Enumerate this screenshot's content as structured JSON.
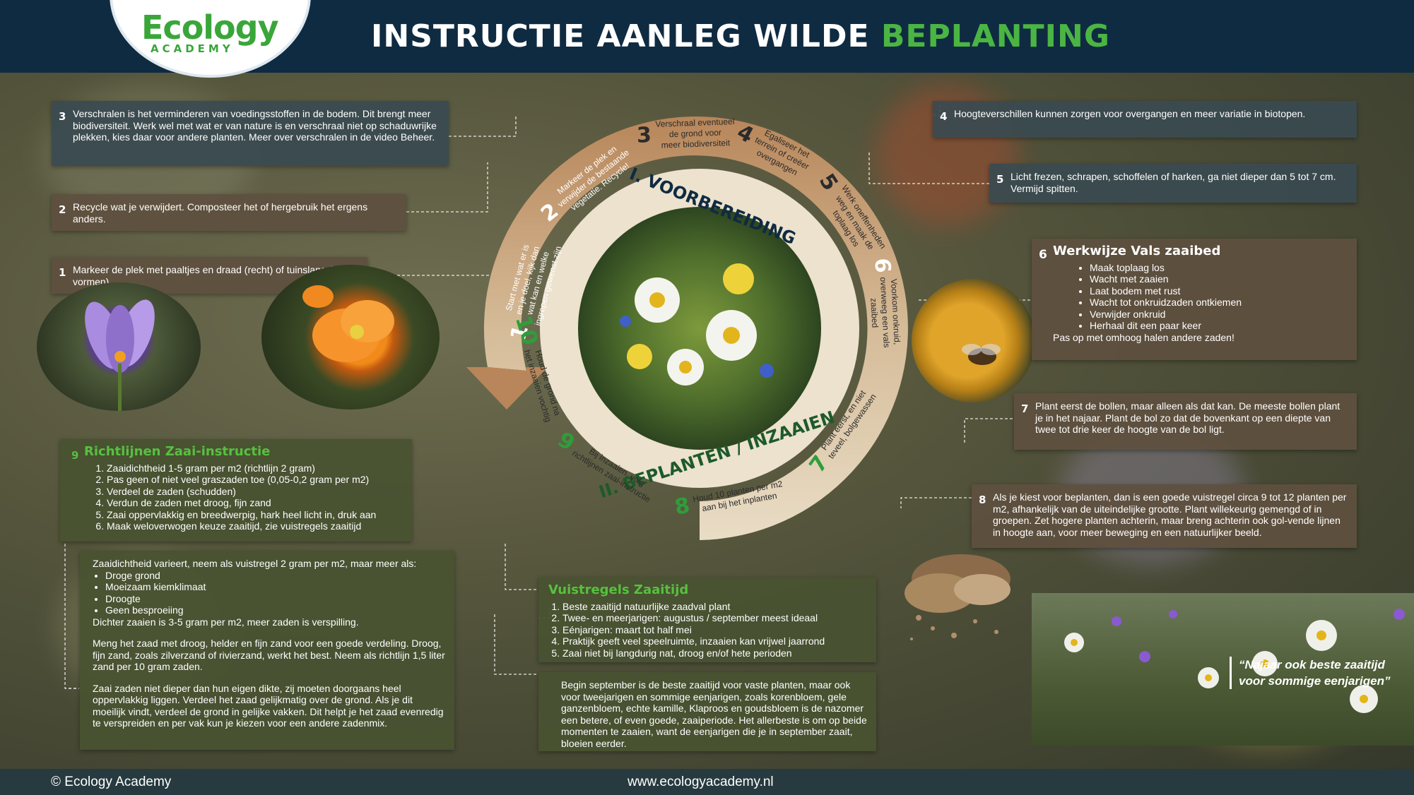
{
  "logo": {
    "main": "Ecology",
    "sub": "ACADEMY"
  },
  "title": {
    "part1": "INSTRUCTIE AANLEG WILDE",
    "part2": "BEPLANTING"
  },
  "wheel": {
    "phase1": "I. VOORBEREIDING",
    "phase2": "II. BEPLANTEN / INZAAIEN",
    "steps": [
      {
        "num": "1",
        "text": "Start met wat er is|en je doel, kijk dan|wat kan en welke|ingrepen gewenst zijn"
      },
      {
        "num": "2",
        "text": "Markeer de plek en|verwijder de bestaande|vegetatie. Recycle!"
      },
      {
        "num": "3",
        "text": "Verschraal eventueel|de grond voor|meer biodiversiteit"
      },
      {
        "num": "4",
        "text": "Egaliseer het|terrein of creëer|overgangen"
      },
      {
        "num": "5",
        "text": "Werk oneffenheden|weg en maak de|toplaag los"
      },
      {
        "num": "6",
        "text": "Voorkom onkruid,|overweeg een vals|zaaibed"
      },
      {
        "num": "7",
        "text": "Plant eerst, en niet|teveel, bolgewassen"
      },
      {
        "num": "8",
        "text": "Houd 10 planten per m2|aan bij het inplanten"
      },
      {
        "num": "9",
        "text": "Bij inzaaien, volg|richtlijnen zaai-instructie"
      },
      {
        "num": "10",
        "text": "Houd de grond na|het inzaaien vochtig"
      }
    ]
  },
  "notes": {
    "n3": {
      "num": "3",
      "text": "Verschralen is het verminderen van voedingsstoffen in de bodem. Dit brengt meer biodiversiteit. Werk wel met wat er van nature is en verschraal niet op schaduwrijke plekken, kies daar voor andere planten. Meer over verschralen in de video Beheer."
    },
    "n2": {
      "num": "2",
      "text": "Recycle wat je verwijdert. Composteer het of hergebruik het ergens anders."
    },
    "n1": {
      "num": "1",
      "text": "Markeer de plek met paaltjes en draad (recht) of tuinslang (ronde vormen)"
    },
    "n4": {
      "num": "4",
      "text": "Hoogteverschillen kunnen zorgen voor overgangen en meer variatie in biotopen."
    },
    "n5": {
      "num": "5",
      "text": "Licht frezen, schrapen, schoffelen of harken, ga niet dieper dan 5 tot 7 cm. Vermijd spitten."
    },
    "n6": {
      "num": "6",
      "title": "Werkwijze Vals zaaibed",
      "items": [
        "Maak toplaag los",
        "Wacht met zaaien",
        "Laat bodem met rust",
        "Wacht tot onkruidzaden ontkiemen",
        "Verwijder onkruid",
        "Herhaal dit een paar keer"
      ],
      "note": "Pas op met omhoog halen andere zaden!"
    },
    "n7": {
      "num": "7",
      "text": "Plant eerst de bollen, maar alleen als dat kan. De meeste bollen plant je in het najaar. Plant de bol zo dat de bovenkant op een diepte van twee tot drie keer de hoogte van de bol ligt."
    },
    "n8": {
      "num": "8",
      "text": "Als je kiest voor beplanten, dan is een goede vuistregel circa 9 tot 12 planten per m2, afhankelijk van de uiteindelijke grootte. Plant willekeurig gemengd of in groepen. Zet hogere planten achterin, maar breng achterin ook gol-vende lijnen in hoogte aan, voor meer beweging en een natuurlijker beeld."
    },
    "n9": {
      "num": "9",
      "title": "Richtlijnen Zaai-instructie",
      "items": [
        "Zaaidichtheid 1-5 gram per m2 (richtlijn 2 gram)",
        "Pas geen of niet veel graszaden toe (0,05-0,2 gram per m2)",
        "Verdeel de zaden (schudden)",
        "Verdun de zaden met droog, fijn zand",
        "Zaai oppervlakkig en breedwerpig, hark heel licht in, druk aan",
        "Maak weloverwogen keuze zaaitijd, zie vuistregels zaaitijd"
      ]
    },
    "density": {
      "intro": "Zaaidichtheid varieert, neem als vuistregel 2 gram per m2, maar meer als:",
      "items": [
        "Droge grond",
        "Moeizaam kiemklimaat",
        "Droogte",
        "Geen besproeiing"
      ],
      "after": "Dichter zaaien is 3-5 gram per m2, meer zaden is verspilling.",
      "p2": "Meng het zaad met droog, helder en fijn zand voor een goede verdeling. Droog, fijn zand, zoals zilverzand of rivierzand, werkt het best. Neem als richtlijn 1,5 liter zand per 10 gram zaden.",
      "p3": "Zaai zaden niet dieper dan hun eigen dikte, zij moeten doorgaans heel oppervlakkig liggen. Verdeel het zaad gelijkmatig over de grond. Als je dit moeilijk vindt, verdeel de grond in gelijke vakken. Dit helpt je het zaad evenredig te verspreiden en per vak kun je kiezen voor een andere zadenmix."
    },
    "vuist": {
      "title": "Vuistregels Zaaitijd",
      "items": [
        "Beste zaaitijd natuurlijke zaadval plant",
        "Twee- en meerjarigen: augustus / september meest ideaal",
        "Eénjarigen: maart tot half mei",
        "Praktijk geeft veel speelruimte, inzaaien kan vrijwel jaarrond",
        "Zaai niet bij langdurig nat, droog en/of hete perioden"
      ]
    },
    "sept": {
      "text": "Begin september is de beste zaaitijd voor vaste planten, maar ook voor tweejarigen en sommige eenjarigen, zoals korenbloem, gele ganzenbloem, echte kamille, Klaproos en goudsbloem is de nazomer een betere, of even goede, zaaiperiode. Het allerbeste is om op beide momenten te zaaien, want de eenjarigen die je in september zaait, bloeien eerder."
    }
  },
  "quote": "“Najaar ook beste zaaitijd voor sommige eenjarigen”",
  "footer": {
    "left": "© Ecology Academy",
    "center": "www.ecologyacademy.nl"
  },
  "colors": {
    "header": "#0f2b42",
    "accent_green": "#4bb543",
    "ring": "#cdb394"
  }
}
